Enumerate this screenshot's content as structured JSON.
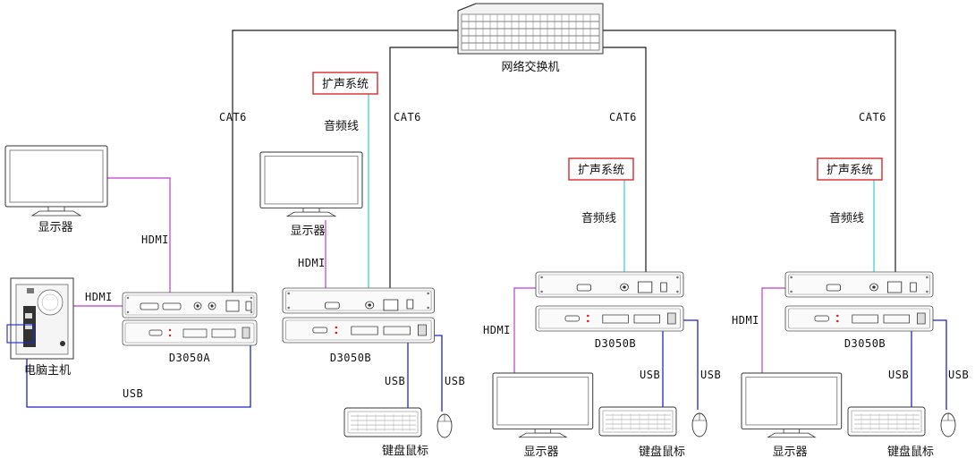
{
  "switch": {
    "label": "网络交换机"
  },
  "cable": {
    "cat6": "CAT6",
    "hdmi": "HDMI",
    "usb": "USB",
    "audio": "音频线"
  },
  "speaker": {
    "label": "扩声系统"
  },
  "monitor": {
    "label": "显示器"
  },
  "pc": {
    "label": "电脑主机"
  },
  "keyboard_mouse": {
    "label": "键盘鼠标"
  },
  "devices": {
    "tx": "D3050A",
    "rx": "D3050B"
  },
  "colors": {
    "cat6": "#1a1a1a",
    "hdmi": "#c13bd0",
    "usb": "#2222cc",
    "audio": "#3fd4d4",
    "speaker_border": "#d42c2c"
  }
}
